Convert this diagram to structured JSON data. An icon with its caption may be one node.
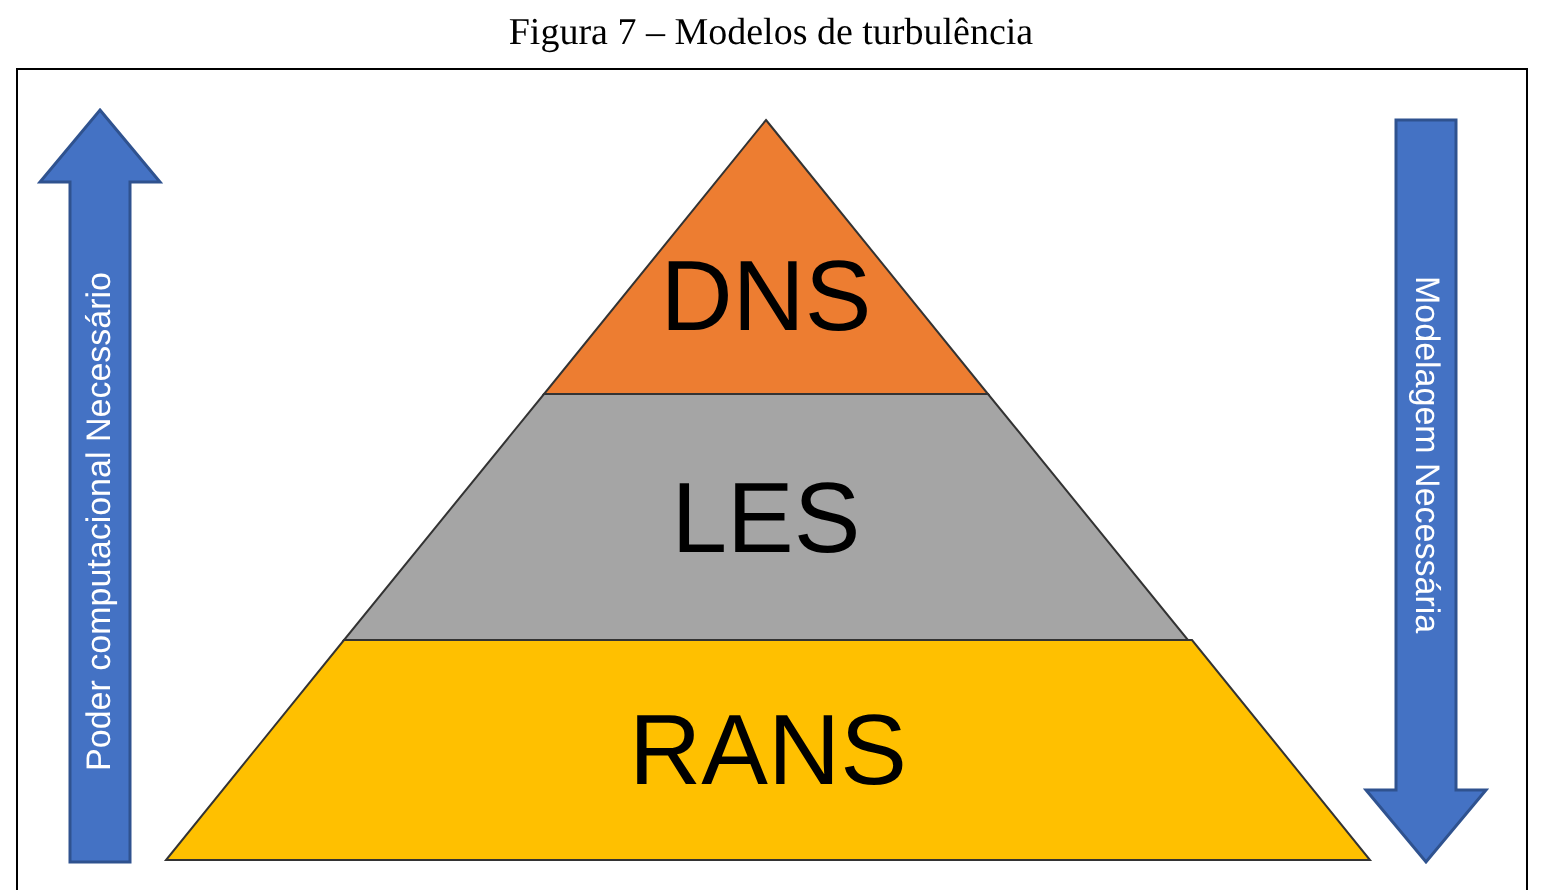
{
  "diagram": {
    "title": "Figura 7 – Modelos de turbulência",
    "nodes": [
      {
        "text": [
          "Poder computacional Necessário"
        ]
      },
      {
        "text": [
          "DNS"
        ]
      },
      {
        "text": [
          "LES"
        ]
      },
      {
        "text": [
          "RANS"
        ]
      },
      {
        "text": [
          "Modelagem Necessária"
        ]
      }
    ],
    "edges": []
  }
}
